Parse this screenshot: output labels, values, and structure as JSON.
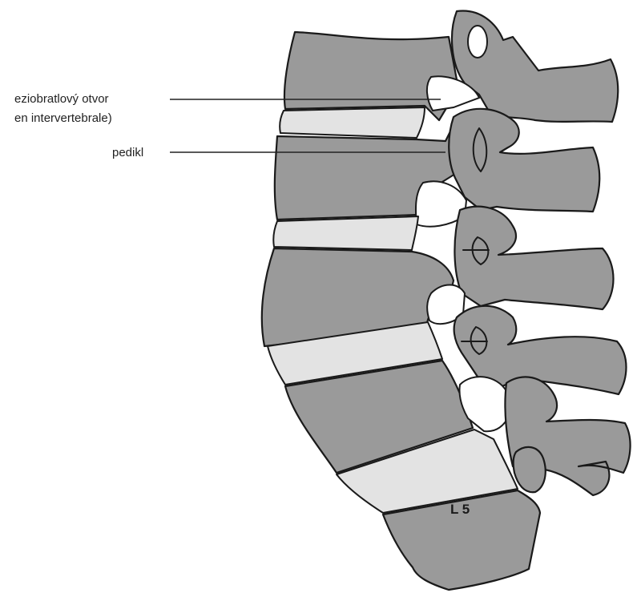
{
  "labels": {
    "foramen_line1": "eziobratlový otvor",
    "foramen_line2": "en intervertebrale)",
    "pedicle": "pedikl",
    "vertebra": "L 5"
  }
}
